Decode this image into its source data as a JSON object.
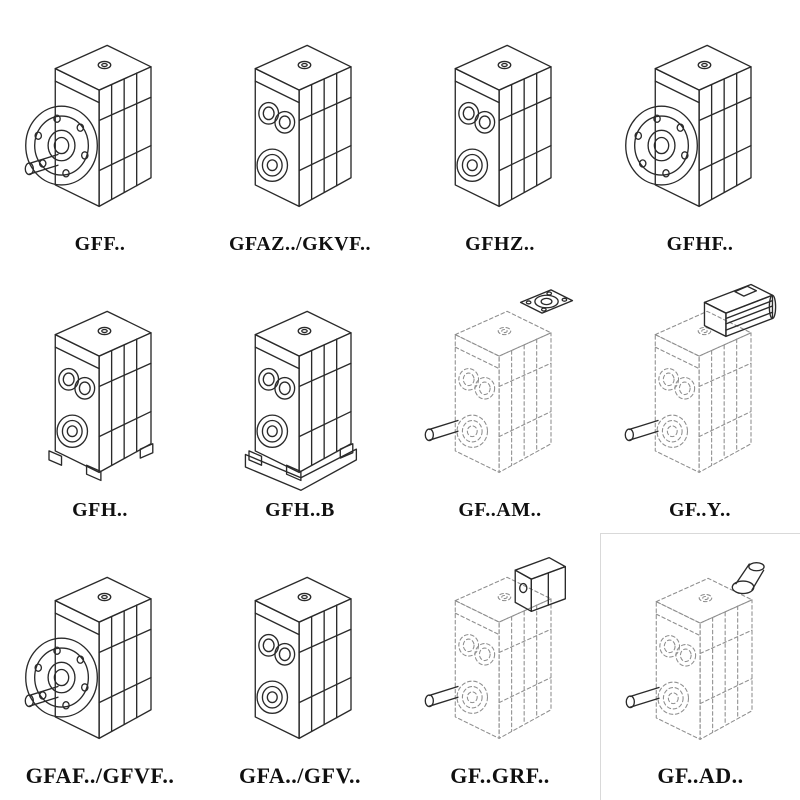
{
  "page": {
    "type": "gear-reducer-catalog-sheet",
    "colors": {
      "background": "#ffffff",
      "line": "#2a2a2a",
      "phantom_line": "#8f8f8f"
    }
  },
  "catalog": {
    "items": [
      {
        "label": "GFF..",
        "drawing": "flange-mounted-gearbox"
      },
      {
        "label": "GFAZ../GKVF..",
        "drawing": "hollow-shaft-gearbox"
      },
      {
        "label": "GFHZ..",
        "drawing": "hollow-shaft-gearbox"
      },
      {
        "label": "GFHF..",
        "drawing": "flange-mounted-gearbox-no-shaft"
      },
      {
        "label": "GFH..",
        "drawing": "foot-mounted-gearbox"
      },
      {
        "label": "GFH..B",
        "drawing": "foot-mounted-gearbox-with-base"
      },
      {
        "label": "GF..AM..",
        "drawing": "phantom-gearbox-with-input-flange"
      },
      {
        "label": "GF..Y..",
        "drawing": "phantom-gearbox-with-motor"
      },
      {
        "label": "GFAF../GFVF..",
        "drawing": "flange-mounted-gearbox"
      },
      {
        "label": "GFA../GFV..",
        "drawing": "hollow-shaft-gearbox"
      },
      {
        "label": "GF..GRF..",
        "drawing": "phantom-gearbox-with-adapter"
      },
      {
        "label": "GF..AD..",
        "drawing": "phantom-gearbox-with-input-shaft"
      }
    ]
  }
}
